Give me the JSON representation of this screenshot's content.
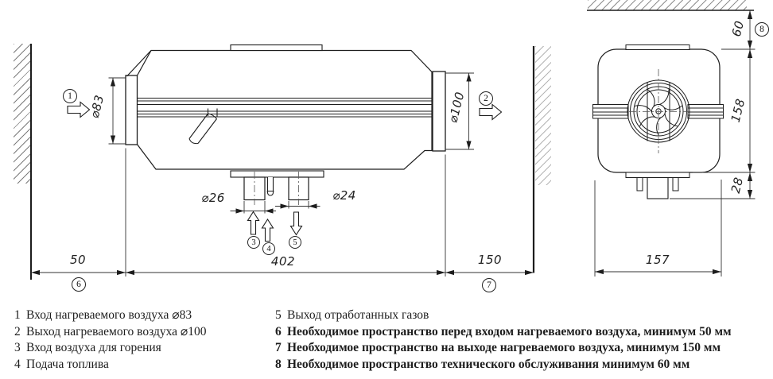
{
  "colors": {
    "line": "#1d1d1d",
    "dimension_line": "#333333",
    "hatch_left_wall": "#7d7d7d",
    "hatch_right_wall": "#b5b5b5",
    "hatch_ceiling": "#8f8f8f",
    "background": "#ffffff"
  },
  "drawing": {
    "callouts": [
      "1",
      "2",
      "3",
      "4",
      "5",
      "6",
      "7",
      "8"
    ],
    "dims": {
      "inlet_diameter": "⌀83",
      "outlet_diameter": "⌀100",
      "combustion_air_diameter": "⌀26",
      "exhaust_diameter": "⌀24",
      "front_clearance": "50",
      "body_length": "402",
      "outlet_clearance": "150",
      "body_width": "157",
      "service_clearance": "60",
      "body_height": "158",
      "bottom_offset": "28"
    }
  },
  "legend": {
    "left": [
      {
        "n": "1",
        "t": "Вход нагреваемого воздуха ⌀83"
      },
      {
        "n": "2",
        "t": "Выход нагреваемого воздуха ⌀100"
      },
      {
        "n": "3",
        "t": "Вход воздуха для горения"
      },
      {
        "n": "4",
        "t": "Подача топлива"
      }
    ],
    "right": [
      {
        "n": "5",
        "t": "Выход отработанных газов"
      },
      {
        "n": "6",
        "t": "Необходимое пространство перед входом нагреваемого воздуха, минимум 50 мм"
      },
      {
        "n": "7",
        "t": "Необходимое пространство на выходе нагреваемого воздуха, минимум 150 мм"
      },
      {
        "n": "8",
        "t": "Необходимое пространство технического обслуживания минимум 60 мм"
      }
    ]
  }
}
